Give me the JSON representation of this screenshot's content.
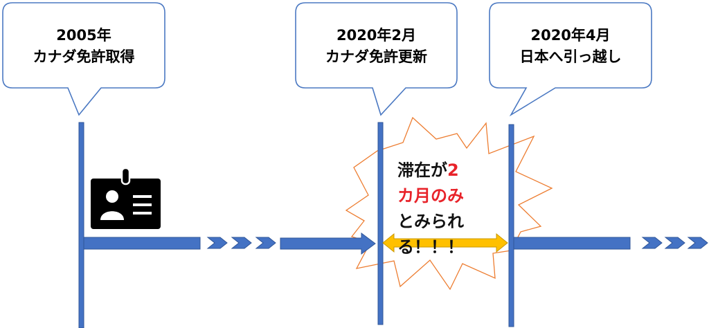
{
  "colors": {
    "timeline": "#4472c4",
    "timeline_stroke": "#2f5597",
    "callout_stroke": "#4a78c2",
    "burst_stroke": "#ed7d31",
    "double_arrow": "#ffc000",
    "double_arrow_stroke": "#c99700",
    "highlight_red": "#e8232a",
    "icon": "#000000"
  },
  "icons": {
    "id_card": "id-card-icon"
  },
  "events": [
    {
      "line1": "2005年",
      "line2": "カナダ免許取得"
    },
    {
      "line1": "2020年2月",
      "line2": "カナダ免許更新"
    },
    {
      "line1": "2020年4月",
      "line2": "日本へ引っ越し"
    }
  ],
  "burst": {
    "line1_prefix": "滞在が",
    "line1_highlight": "2",
    "line2_highlight": "カ月のみ",
    "line3": "とみられ",
    "line4": "る！！！"
  }
}
